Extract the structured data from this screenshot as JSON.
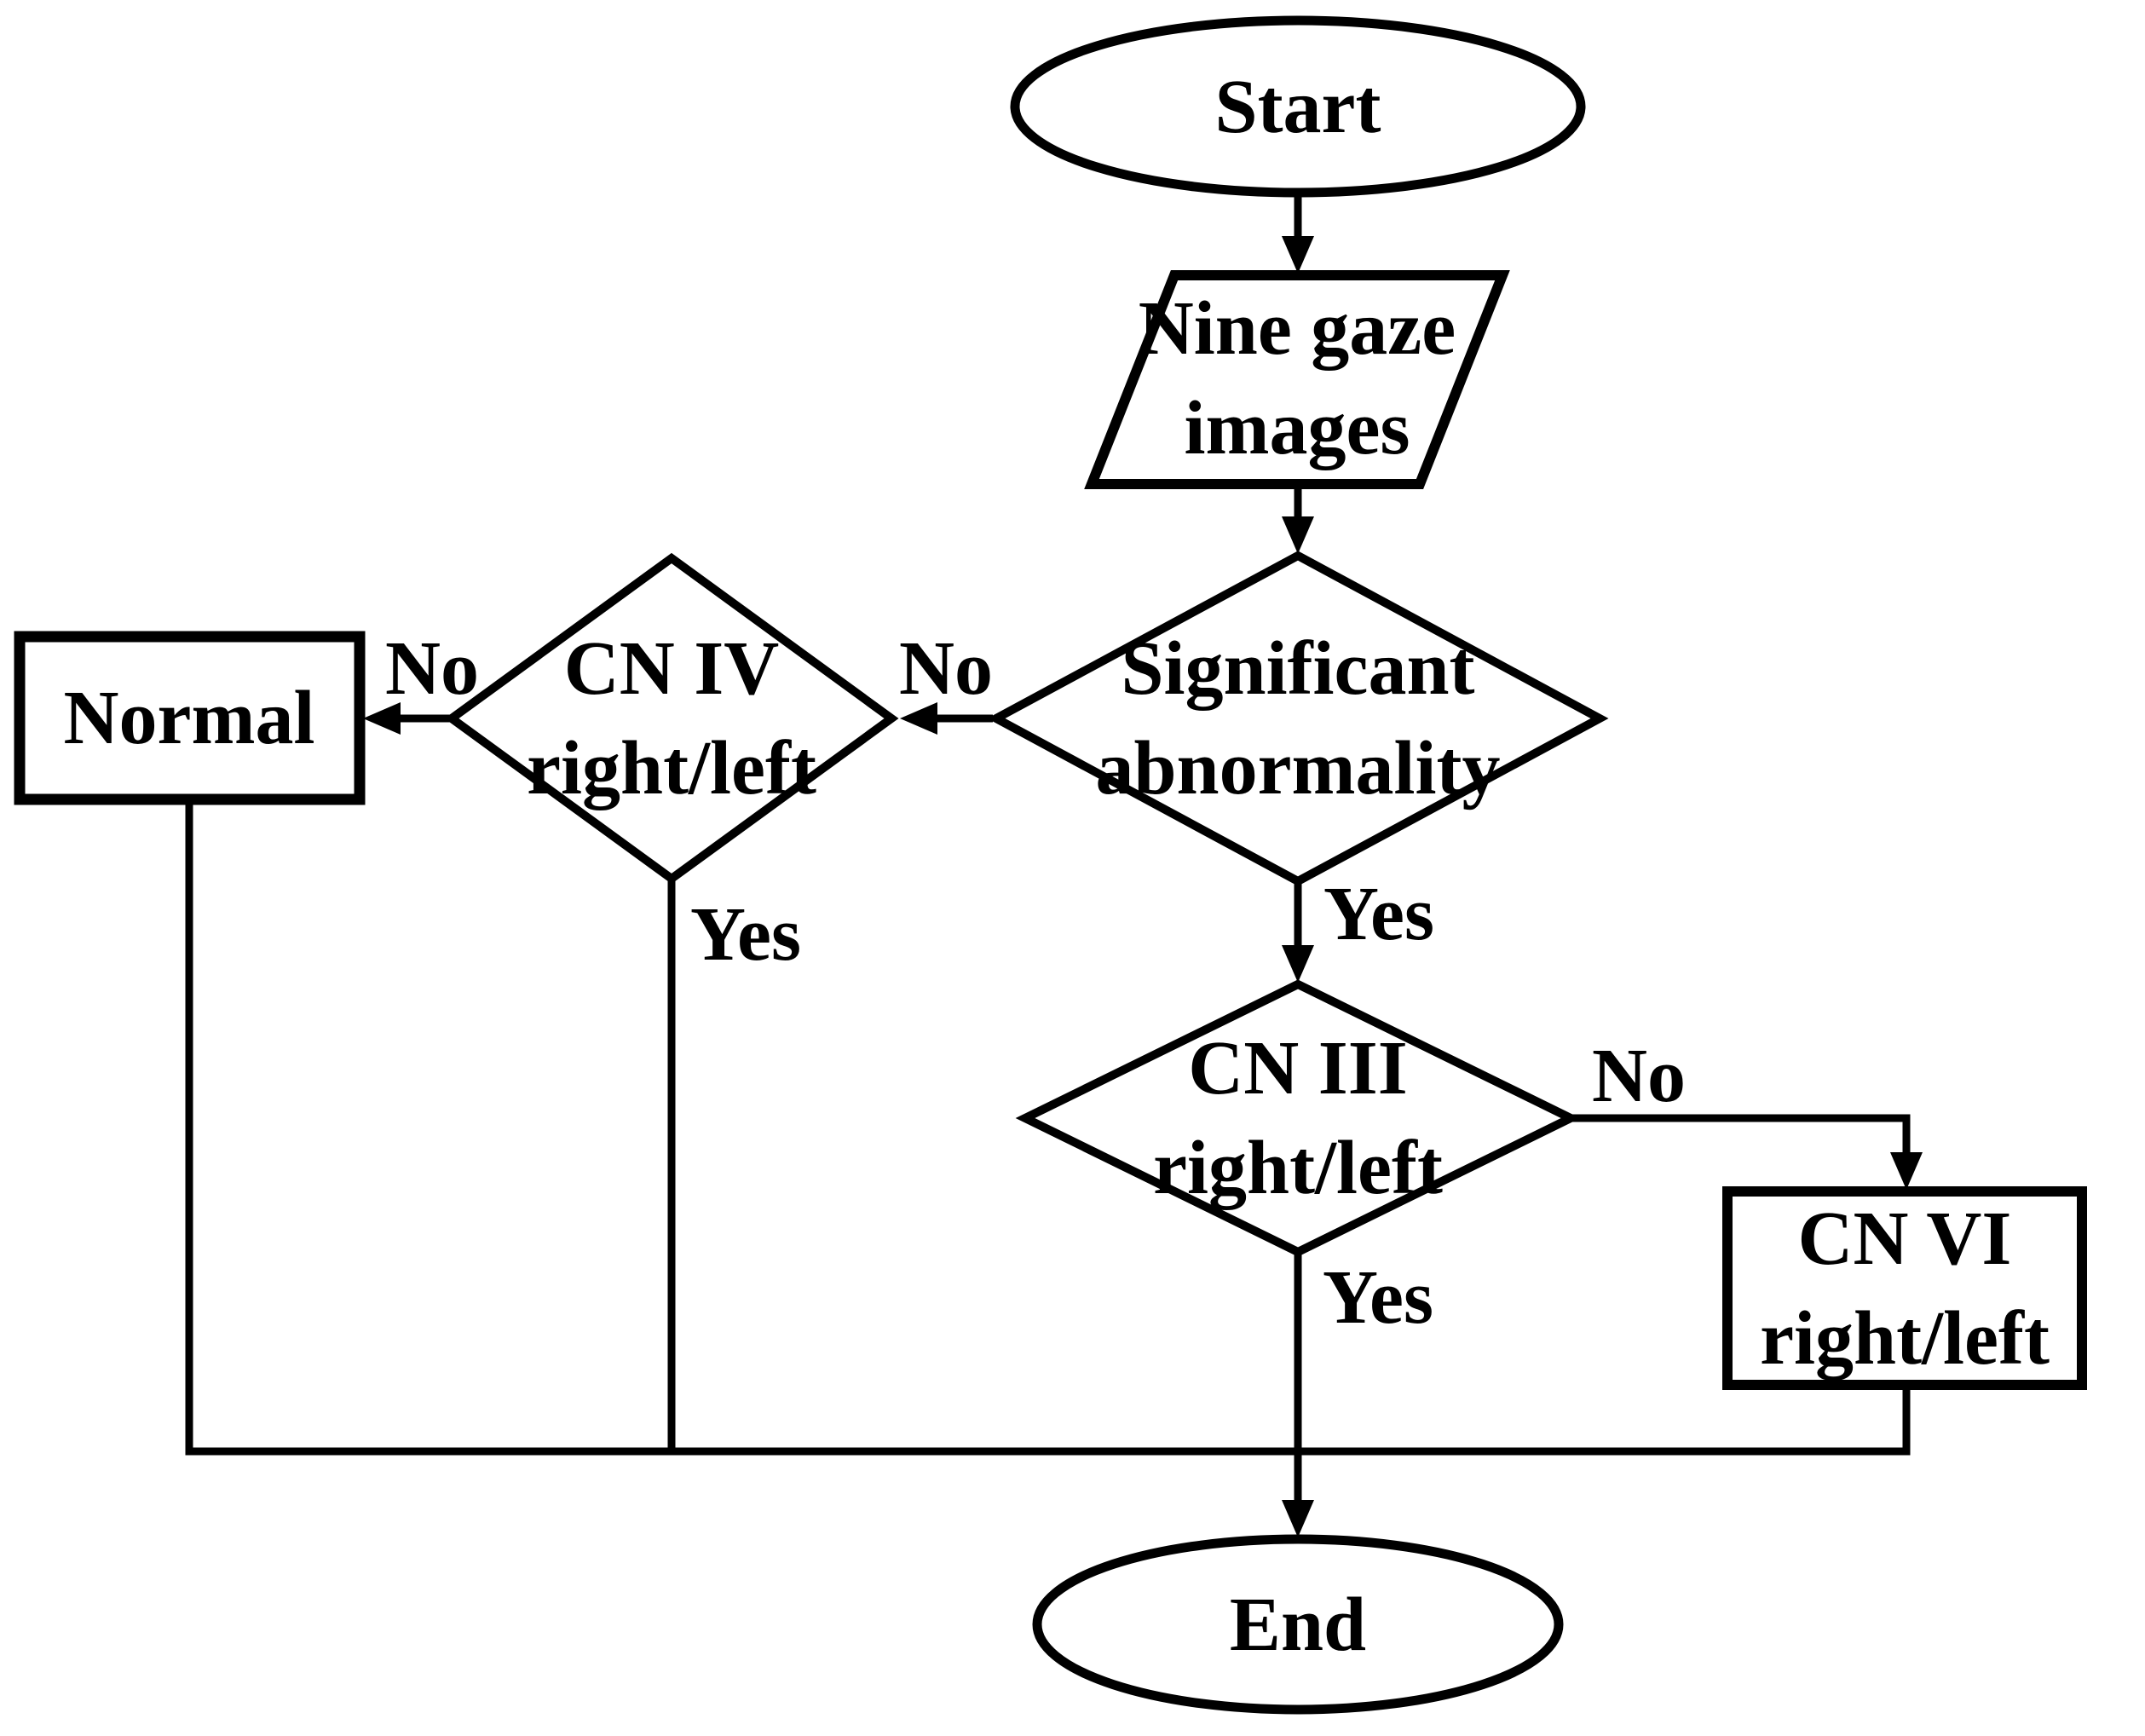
{
  "figure": {
    "type": "flowchart",
    "background_color": "#ffffff",
    "line_color": "#000000",
    "text_color": "#000000"
  },
  "nodes": {
    "start": {
      "id": "start",
      "shape": "terminator-ellipse",
      "label": "Start"
    },
    "nine_gaze_images": {
      "id": "nine_gaze_images",
      "shape": "parallelogram-io",
      "line1": "Nine gaze",
      "line2": "images"
    },
    "significant_abnormality": {
      "id": "significant_abnormality",
      "shape": "decision-diamond",
      "line1": "Significant",
      "line2": "abnormality"
    },
    "cn_iv": {
      "id": "cn_iv",
      "shape": "decision-diamond",
      "line1": "CN IV",
      "line2": "right/left"
    },
    "normal": {
      "id": "normal",
      "shape": "process-rectangle",
      "label": "Normal"
    },
    "cn_iii": {
      "id": "cn_iii",
      "shape": "decision-diamond",
      "line1": "CN III",
      "line2": "right/left"
    },
    "cn_vi": {
      "id": "cn_vi",
      "shape": "process-rectangle",
      "line1": "CN VI",
      "line2": "right/left"
    },
    "end": {
      "id": "end",
      "shape": "terminator-ellipse",
      "label": "End"
    }
  },
  "edges": [
    {
      "from": "start",
      "to": "nine_gaze_images",
      "label": ""
    },
    {
      "from": "nine_gaze_images",
      "to": "significant_abnormality",
      "label": ""
    },
    {
      "from": "significant_abnormality",
      "to": "cn_iii",
      "label": "Yes"
    },
    {
      "from": "significant_abnormality",
      "to": "cn_iv",
      "label": "No"
    },
    {
      "from": "cn_iv",
      "to": "normal",
      "label": "No"
    },
    {
      "from": "cn_iv",
      "to": "end",
      "label": "Yes"
    },
    {
      "from": "normal",
      "to": "end",
      "label": ""
    },
    {
      "from": "cn_iii",
      "to": "cn_vi",
      "label": "No"
    },
    {
      "from": "cn_iii",
      "to": "end",
      "label": "Yes"
    },
    {
      "from": "cn_vi",
      "to": "end",
      "label": ""
    }
  ]
}
